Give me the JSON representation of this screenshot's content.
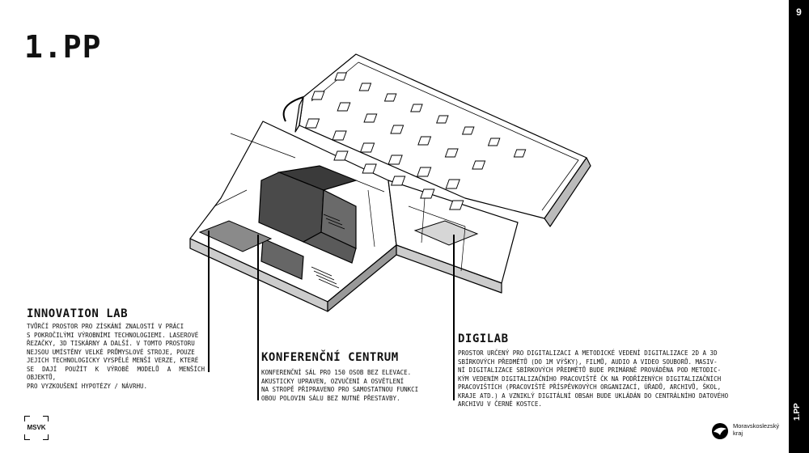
{
  "page": {
    "title": "1.PP",
    "number": "9",
    "side_label": "1.PP"
  },
  "callouts": [
    {
      "heading": "INNOVATION LAB",
      "lines": [
        "TVŮRČÍ PROSTOR PRO ZÍSKÁNÍ ZNALOSTÍ V PRÁCI",
        "S POKROČILÝMI VÝROBNÍMI TECHNOLOGIEMI. LASEROVÉ",
        "ŘEZAČKY, 3D TISKÁRNY A DALŠÍ. V TOMTO PROSTORU",
        "NEJSOU UMÍSTĚNY VELKÉ PRŮMYSLOVÉ STROJE, POUZE",
        "JEJICH TECHNOLOGICKY VYSPĚLÉ MENŠÍ VERZE, KTERÉ",
        "SE DAJÍ POUŽÍT K VÝROBĚ MODELŮ A MENŠÍCH OBJEKTŮ,",
        "PRO VYZKOUŠENÍ HYPOTÉZY / NÁVRHU."
      ]
    },
    {
      "heading": "KONFERENČNÍ CENTRUM",
      "lines": [
        "KONFERENČNÍ SÁL PRO 150 OSOB BEZ ELEVACE.",
        "AKUSTICKY UPRAVEN, OZVUČENÍ A OSVĚTLENÍ",
        "NA STROPĚ PŘIPRAVENO PRO SAMOSTATNOU FUNKCI",
        "OBOU POLOVIN SÁLU BEZ NUTNÉ PŘESTAVBY."
      ]
    },
    {
      "heading": "DIGILAB",
      "lines": [
        "PROSTOR URČENÝ PRO DIGITALIZACI A METODICKÉ VEDENÍ DIGITALIZACE 2D A 3D",
        "SBÍRKOVÝCH PŘEDMĚTŮ (DO 1M VÝŠKY), FILMŮ, AUDIO A VIDEO SOUBORŮ. MASIV-",
        "NÍ DIGITALIZACE SBÍRKOVÝCH PŘEDMĚTŮ BUDE PRIMÁRNĚ PROVÁDĚNA POD METODIC-",
        "KÝM VEDENÍM DIGITALIZAČNÍHO PRACOVIŠTĚ ČK NA PODŘÍZENÝCH DIGITALIZAČNÍCH",
        "PRACOVIŠTÍCH (PRACOVIŠTĚ PŘÍSPĚVKOVÝCH ORGANIZACÍ, ÚŘADŮ, ARCHIVŮ, ŠKOL,",
        "KRAJE ATD.) A VZNIKLÝ DIGITÁLNÍ OBSAH BUDE UKLÁDÁN DO CENTRÁLNÍHO DATOVÉHO",
        "ARCHIVU V ČERNÉ KOSTCE."
      ]
    }
  ],
  "logos": {
    "msvk": "MSVK",
    "region_line1": "Moravskoslezský",
    "region_line2": "kraj"
  },
  "colors": {
    "ink": "#000000",
    "background": "#ffffff",
    "dark_fill": "#4a4a4a",
    "mid_fill": "#8a8a8a",
    "light_fill": "#d6d6d6"
  }
}
